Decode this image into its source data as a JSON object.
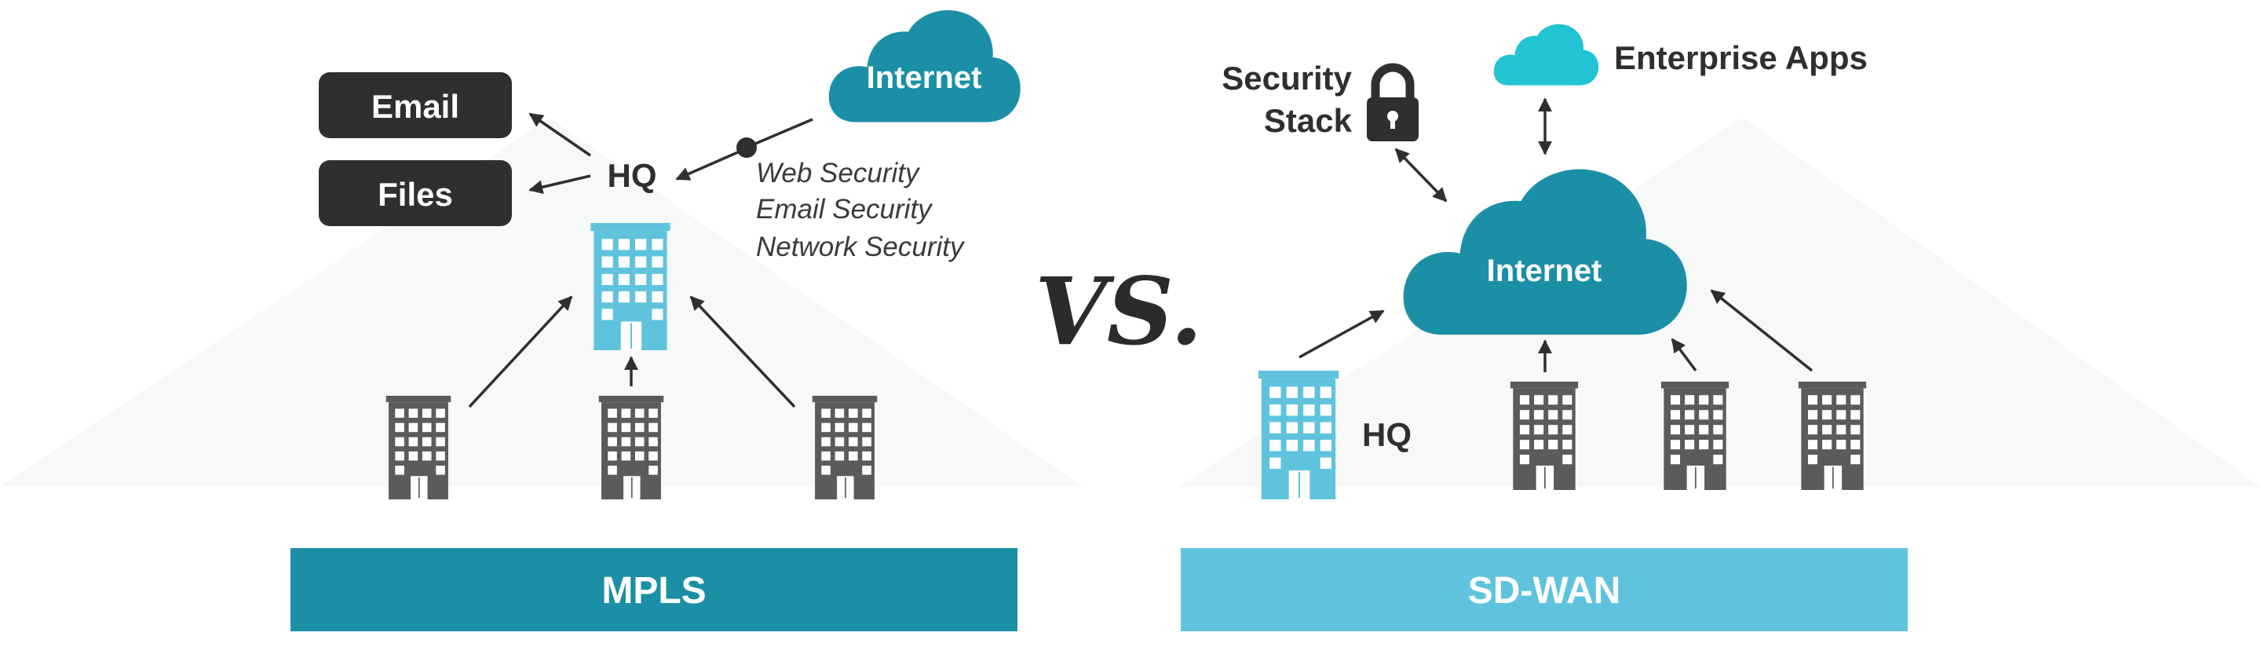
{
  "mpls": {
    "email_label": "Email",
    "files_label": "Files",
    "hq_label": "HQ",
    "internet_label": "Internet",
    "security_services": [
      "Web Security",
      "Email Security",
      "Network Security"
    ],
    "band_label": "MPLS"
  },
  "vs_label": "VS.",
  "sdwan": {
    "security_label_line1": "Security",
    "security_label_line2": "Stack",
    "enterprise_label": "Enterprise Apps",
    "internet_label": "Internet",
    "hq_label": "HQ",
    "band_label": "SD-WAN"
  },
  "colors": {
    "teal_dark": "#1b8fa6",
    "teal_light": "#5fc3de",
    "cyan_cloud": "#22c3d2",
    "hq_building": "#5fc3de",
    "branch_building": "#5b5b5b",
    "pill": "#2f2f2f",
    "arrow": "#2f2f2f"
  },
  "icons": [
    "building-icon",
    "cloud-icon",
    "lock-icon"
  ]
}
